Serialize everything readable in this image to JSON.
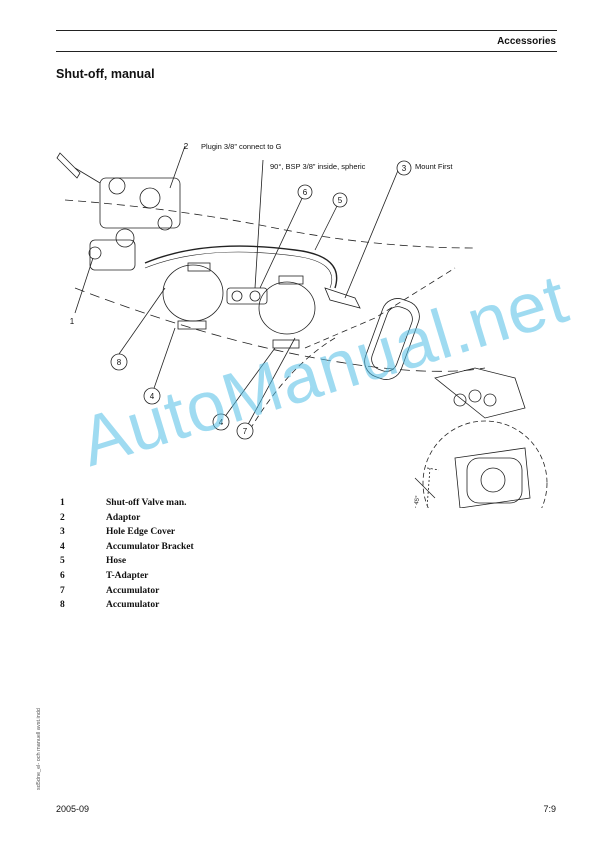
{
  "header": {
    "section": "Accessories",
    "title": "Shut-off, manual"
  },
  "figure": {
    "callouts": [
      {
        "id": "2",
        "text": "Plugin 3/8” connect to G"
      },
      {
        "id": "6",
        "text": ""
      },
      {
        "id": "5",
        "text": ""
      },
      {
        "id": "3",
        "text": "Mount First"
      },
      {
        "id": "1",
        "text": ""
      },
      {
        "id": "8",
        "text": ""
      },
      {
        "id": "4a",
        "label": "4"
      },
      {
        "id": "4b",
        "label": "4"
      },
      {
        "id": "7",
        "text": ""
      }
    ],
    "note_tadapter": "90°, BSP 3/8” inside, spheric",
    "angle_label": "~ 45°"
  },
  "legend": [
    {
      "num": "1",
      "text": "Shut-off Valve man."
    },
    {
      "num": "2",
      "text": "Adaptor"
    },
    {
      "num": "3",
      "text": "Hole Edge Cover"
    },
    {
      "num": "4",
      "text": "Accumulator Bracket"
    },
    {
      "num": "5",
      "text": "Hose"
    },
    {
      "num": "6",
      "text": "T-Adapter"
    },
    {
      "num": "7",
      "text": "Accumulator"
    },
    {
      "num": "8",
      "text": "Accumulator"
    }
  ],
  "watermark": "AutoManual.net",
  "side_file": "sd5dne_el- och manuell avst.indd",
  "footer": {
    "date": "2005-09",
    "page": "7:9"
  }
}
